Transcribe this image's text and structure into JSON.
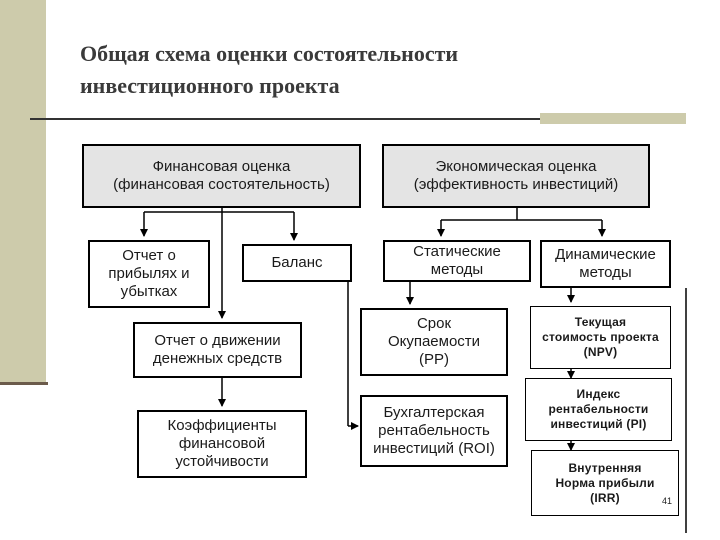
{
  "title": "Общая схема оценки состоятельности\nинвестиционного проекта",
  "nodes": {
    "fin_head": "Финансовая оценка\n(финансовая состоятельность)",
    "eco_head": "Экономическая оценка\n(эффективность инвестиций)",
    "profit_report": "Отчет о\nприбылях и\nубытках",
    "balance": "Баланс",
    "cashflow_report": "Отчет о движении\nденежных средств",
    "stability_coef": "Коэффициенты\nфинансовой\nустойчивости",
    "static_methods": "Статические\nметоды",
    "dynamic_methods": "Динамические\nметоды",
    "payback": "Срок\nОкупаемости\n(PP)",
    "roi": "Бухгалтерская\nрентабельность\nинвестиций (ROI)",
    "npv": "Текущая\nстоимость проекта\n(NPV)",
    "pi": "Индекс\nрентабельности\nинвестиций (PI)",
    "irr": "Внутренняя\nНорма прибыли\n(IRR)"
  },
  "page_number": "41"
}
